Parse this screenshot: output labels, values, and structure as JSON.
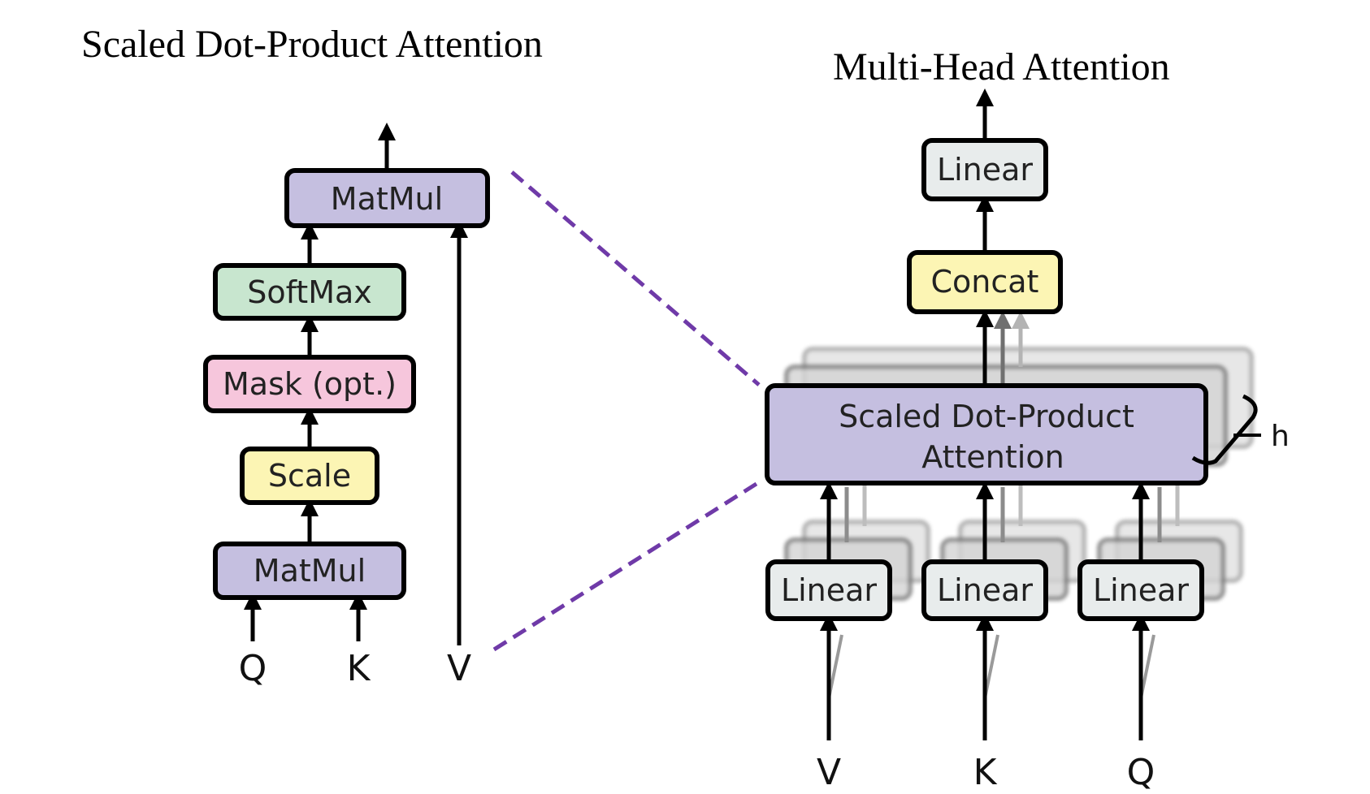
{
  "colors": {
    "matmul": "#c5bfe0",
    "softmax": "#c8e6cf",
    "mask": "#f6c6dc",
    "scale": "#fcf5b4",
    "concat": "#fcf5b4",
    "linear": "#e8ecec",
    "sdpa": "#c5bfe0",
    "zoom_line": "#6f3aa8",
    "ghost": "#d4d4d4"
  },
  "left": {
    "title": "Scaled Dot-Product Attention",
    "nodes": {
      "matmul_top": "MatMul",
      "softmax": "SoftMax",
      "mask": "Mask (opt.)",
      "scale": "Scale",
      "matmul_bottom": "MatMul"
    },
    "inputs": {
      "q": "Q",
      "k": "K",
      "v": "V"
    }
  },
  "right": {
    "title": "Multi-Head Attention",
    "nodes": {
      "linear_top": "Linear",
      "concat": "Concat",
      "sdpa_line1": "Scaled Dot-Product",
      "sdpa_line2": "Attention",
      "linear_v": "Linear",
      "linear_k": "Linear",
      "linear_q": "Linear"
    },
    "h_label": "h",
    "inputs": {
      "v": "V",
      "k": "K",
      "q": "Q"
    }
  }
}
